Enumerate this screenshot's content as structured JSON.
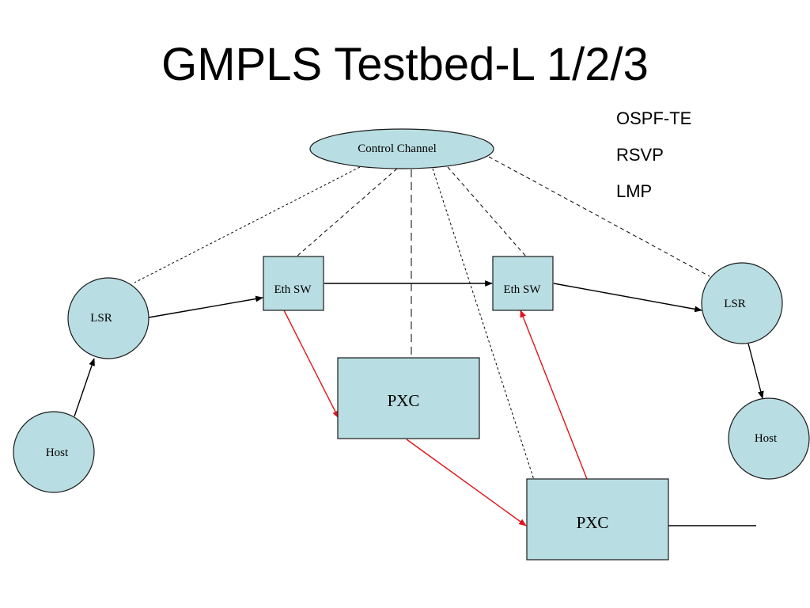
{
  "slide": {
    "title": "GMPLS Testbed-L 1/2/3",
    "protocols": [
      "OSPF-TE",
      "RSVP",
      "LMP"
    ]
  },
  "colors": {
    "node_fill": "#b8dde2",
    "node_stroke": "#1a1a1a",
    "data_link": "#000000",
    "optical_link": "#e0141b",
    "control_link": "#000000"
  },
  "nodes": {
    "control_channel": "Control Channel",
    "lsr_left": "LSR",
    "lsr_right": "LSR",
    "host_left": "Host",
    "host_right": "Host",
    "eth_sw_left": "Eth SW",
    "eth_sw_right": "Eth SW",
    "pxc_upper": "PXC",
    "pxc_lower": "PXC"
  },
  "links": {
    "ethernet": [
      {
        "from": "host_left",
        "to": "lsr_left"
      },
      {
        "from": "lsr_left",
        "to": "eth_sw_left"
      },
      {
        "from": "eth_sw_left",
        "to": "eth_sw_right"
      },
      {
        "from": "eth_sw_right",
        "to": "lsr_right"
      },
      {
        "from": "lsr_right",
        "to": "host_right"
      }
    ],
    "optical": [
      {
        "from": "eth_sw_left",
        "to": "pxc_upper"
      },
      {
        "from": "pxc_upper",
        "to": "pxc_lower"
      },
      {
        "from": "pxc_lower",
        "to": "eth_sw_right"
      }
    ],
    "control": [
      {
        "from": "control_channel",
        "to": "lsr_left"
      },
      {
        "from": "control_channel",
        "to": "eth_sw_left"
      },
      {
        "from": "control_channel",
        "to": "pxc_upper"
      },
      {
        "from": "control_channel",
        "to": "pxc_lower"
      },
      {
        "from": "control_channel",
        "to": "eth_sw_right"
      },
      {
        "from": "control_channel",
        "to": "lsr_right"
      }
    ]
  }
}
